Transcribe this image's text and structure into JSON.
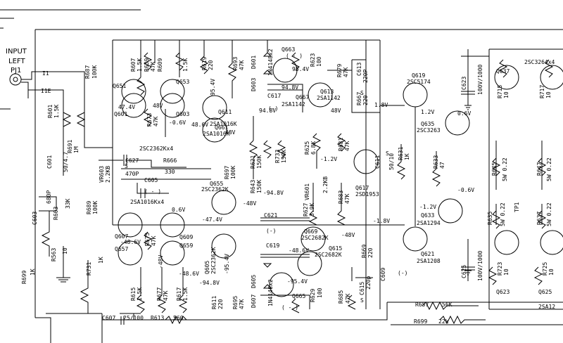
{
  "input": {
    "title_1": "INPUT",
    "title_2": "LEFT",
    "jack": "PJ1",
    "node_1": "I1",
    "node_2": "I1E"
  },
  "transistors": {
    "q651": "Q651",
    "q653": "Q653",
    "q601": "Q601",
    "q603": "Q603",
    "q611": "Q611",
    "q611_type": "2SA1016K",
    "q661": "Q661",
    "q661_type": "2SA1016K",
    "q663": "Q663",
    "q613": "Q613",
    "q613_type": "2SA1142",
    "q667": "Q667",
    "q667_type": "2SA1142",
    "q619": "Q619",
    "q619_type": "2SC5174",
    "q635": "Q635",
    "q635_type": "2SC3263",
    "q637": "Q637",
    "q617": "Q617",
    "q617_type": "2SD1953",
    "q655": "Q655",
    "q655_type": "2SC2362K",
    "q633": "Q633",
    "q633_type": "2SA1294",
    "q607": "Q607",
    "q657": "Q657",
    "q609": "Q609",
    "q659": "Q659",
    "q605": "Q605",
    "q605_type": "2SC2362K",
    "q669": "Q669",
    "q669_type": "2SC2682K",
    "q615": "Q615",
    "q615_type": "2SC2682K",
    "q621": "Q621",
    "q621_type": "2SA1208",
    "q665": "Q665",
    "q623": "Q623",
    "q625": "Q625",
    "pair_top": "2SC2362Kx4",
    "pair_bot": "2SA1016Kx4",
    "right_top": "2SC3264x4",
    "right_bot": "2SA12"
  },
  "resistors": {
    "r687": "R687",
    "r687_v": "100K",
    "r607": "R607",
    "r607_v": "1.5K",
    "r659": "R659",
    "r659_v": "47K",
    "r609": "R609",
    "r609_v": "1.5K",
    "r619": "R619",
    "r619_v": "220",
    "r693": "R693",
    "r693_v": "47K",
    "r623": "R623",
    "r623_v": "100",
    "r679": "R679",
    "r679_v": "47K",
    "r667": "R667",
    "r667_v": "220",
    "r601": "R601",
    "r601_v": "1.5K",
    "r691": "R691",
    "r691_v": "1M",
    "r673": "R673",
    "r673_v": "47K",
    "r621": "R621",
    "r621_v": "150K",
    "r733": "R733",
    "r733_v": "150K",
    "r643": "R643",
    "r643_v": "150K",
    "r697": "R697",
    "r697_v": "100K",
    "r625": "R625",
    "r625_v": "6.8K",
    "r681": "R681",
    "r681_v": "47K",
    "r631": "R631",
    "r631_v": "1K",
    "r633": "R633",
    "r633_v": "47",
    "r715": "R715",
    "r715_v": "10",
    "r717": "R717",
    "r717_v": "10",
    "r645": "R645",
    "r645_v": "5W 0.22",
    "r647": "R647",
    "r647_v": "5W 0.22",
    "r666": "R666",
    "r666_v": "330",
    "r603": "R603",
    "r603_v": "33K",
    "r689": "R689",
    "r689_v": "100K",
    "r627": "R627",
    "r627_v": "3.9K",
    "r683": "R683",
    "r683_v": "47K",
    "r635": "R635",
    "r635_v": "5W 0.22",
    "r637": "R637",
    "r637_v": "5W 0.22",
    "r675": "R675",
    "r675_v": "47K",
    "r563": "R563",
    "r563_v": "10",
    "r731": "R731",
    "r731_v": "1K",
    "r699a": "R699",
    "r699a_v": "1K",
    "r669": "R669",
    "r669_v": "220",
    "r723": "R723",
    "r723_v": "10",
    "r725": "R725",
    "r725_v": "10",
    "r615": "R615",
    "r615_v": "1.5K",
    "r677": "R677",
    "r677_v": "47K",
    "r617": "R617",
    "r617_v": "1.5K",
    "r611": "R611",
    "r611_v": "220",
    "r695": "R695",
    "r695_v": "47K",
    "r629": "R629",
    "r629_v": "100",
    "r685": "R685",
    "r685_v": "47K",
    "r657": "R657",
    "r657_v": "56K",
    "r613": "R613",
    "r613_v": "560",
    "r699": "R699",
    "r699_v": "22k"
  },
  "capacitors": {
    "c613": "C613",
    "c613_v": "220P",
    "c617": "C617",
    "c623": "C623",
    "c623_v": "100V/1000",
    "c601": "C601",
    "c601_v": "50/4.7",
    "c627": "C627",
    "c627_v": "470P",
    "c605": "C605",
    "c611": "C611",
    "c611_v": "50/10",
    "c603": "C603",
    "c603_v": "680P",
    "c621": "C621",
    "c619": "C619",
    "c615": "C615",
    "c615_v": "220p",
    "c609": "C609",
    "c625": "C625",
    "c625_v": "100V/1000",
    "c607": "C607",
    "c607_v": "25/100"
  },
  "diodes": {
    "d601": "D601",
    "d603": "D603",
    "d60x_type": "1N4148x2",
    "d605": "D605",
    "d607": "D607",
    "d60y_type": "1N4148x2"
  },
  "misc": {
    "vr603": "VR603",
    "vr603_v": "2.2KB",
    "vr601": "VR601",
    "vr601_v": "2.2KB",
    "tp1": "TP1"
  },
  "voltages": {
    "v1": "47.4V",
    "v2": "48V",
    "v3": "-0.6V",
    "v4": "95.4V",
    "v5": "48.6V",
    "v6": "48V",
    "v7": "95.4V",
    "v8": "94.8V",
    "v9": "48V",
    "v10": "1.8V",
    "v11": "1.2V",
    "v12": "0.6V",
    "v13": "94.8V",
    "v14": "-1.2V",
    "v15": "-94.8V",
    "v16": "-48V",
    "v17": "0.6V",
    "v18": "-47.4V",
    "v19": "-48.6V",
    "v20": "-48V",
    "v21": "-95.4V",
    "v22": "-48V",
    "v23": "-48.6V",
    "v24": "-1.8V",
    "v25": "-1.2V",
    "v26": "-0.6V",
    "v27": "-94.8V",
    "v28": "-95.4V",
    "v29": "-48.6V"
  },
  "marks": {
    "minus": "(-)",
    "minus2": "(-)",
    "minus3": "( - )",
    "minus4": "( - )",
    "minus5": "( - )",
    "minus6": "(-)",
    "s": "S",
    "s2": "S",
    "s3": "S",
    "s4": "S"
  }
}
